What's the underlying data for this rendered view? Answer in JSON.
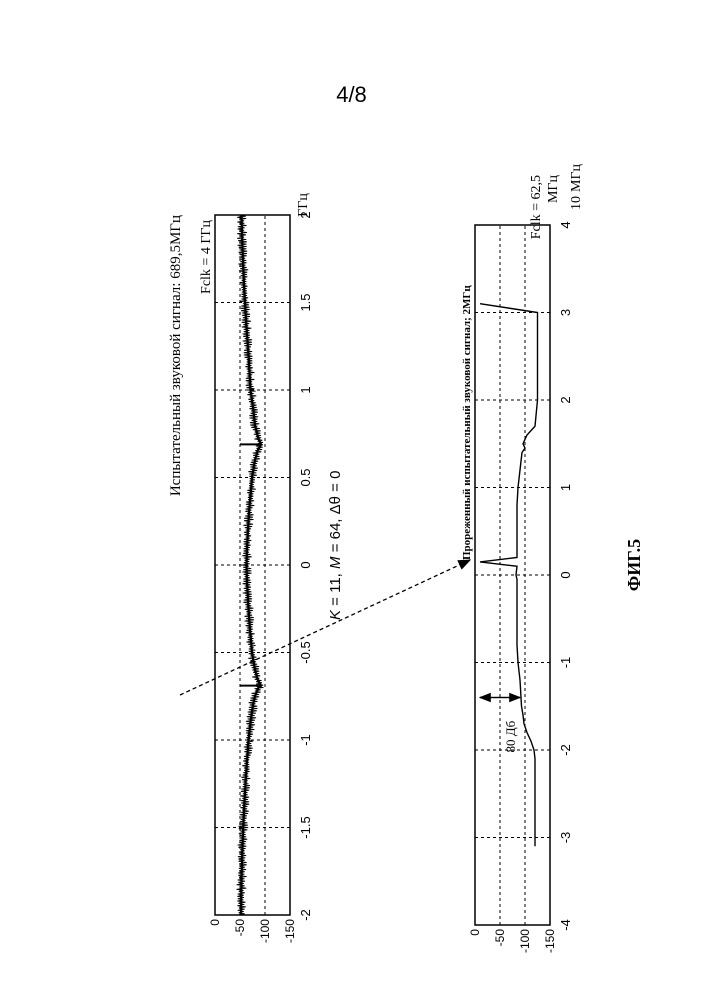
{
  "page": {
    "number": "4/8"
  },
  "figure": {
    "caption": "ФИГ.5"
  },
  "arrow_label": {
    "K": "K",
    "K_val": " = 11, ",
    "M": "M",
    "M_val": " = 64, Δθ = 0"
  },
  "chart_data": [
    {
      "type": "line",
      "title": "Испытательный звуковой сигнал: 689,5МГц",
      "xlabel": "ГГц",
      "ylabel": "",
      "annotation": "Fclk = 4 ГГц",
      "xlim": [
        -2,
        2
      ],
      "ylim": [
        -150,
        0
      ],
      "xticks": [
        "-2",
        "-1.5",
        "-1",
        "-0.5",
        "0",
        "0.5",
        "1",
        "1.5",
        "2"
      ],
      "yticks": [
        "0",
        "-50",
        "-100",
        "-150"
      ],
      "grid": "dashed",
      "series": [
        {
          "x": [
            -2.0,
            -1.8,
            -1.6,
            -1.4,
            -1.2,
            -1.0,
            -0.9,
            -0.8,
            -0.75,
            -0.72,
            -0.7,
            -0.689,
            -0.66,
            -0.6,
            -0.5,
            -0.3,
            -0.1,
            0.0,
            0.1,
            0.3,
            0.5,
            0.6,
            0.66,
            0.689,
            0.72,
            0.75,
            0.8,
            0.9,
            1.0,
            1.2,
            1.4,
            1.6,
            1.8,
            2.0
          ],
          "y": [
            -52,
            -53,
            -55,
            -58,
            -62,
            -67,
            -71,
            -76,
            -80,
            -84,
            -87,
            -92,
            -86,
            -80,
            -74,
            -68,
            -64,
            -63,
            -64,
            -68,
            -74,
            -80,
            -86,
            -92,
            -87,
            -84,
            -80,
            -76,
            -71,
            -67,
            -62,
            -58,
            -55,
            -53
          ]
        }
      ],
      "markers": [
        {
          "x": -0.689,
          "y_from": -50,
          "y_to": -92
        },
        {
          "x": 0.689,
          "y_from": -50,
          "y_to": -92
        }
      ]
    },
    {
      "type": "line",
      "title": "Прореженный испытательный звуковой сигнал; 2МГц",
      "xlabel": "МГц",
      "xlabel_scale": "10",
      "ylabel": "",
      "annotation": "Fclk = 62,5",
      "annotation_unit": "МГц",
      "dim_label": "80 Дб",
      "xlim": [
        -4,
        4
      ],
      "ylim": [
        -150,
        0
      ],
      "xticks": [
        "-4",
        "-3",
        "-2",
        "-1",
        "0",
        "1",
        "2",
        "3",
        "4"
      ],
      "yticks": [
        "0",
        "-50",
        "-100",
        "-150"
      ],
      "grid": "dashed",
      "series": [
        {
          "x": [
            -3.1,
            -3.0,
            -2.5,
            -2.1,
            -2.0,
            -1.9,
            -1.8,
            -1.7,
            -1.6,
            -1.5,
            -1.4,
            -1.2,
            -1.0,
            -0.8,
            -0.6,
            -0.4,
            -0.2,
            -0.05,
            0.0,
            0.1,
            0.15,
            0.2,
            0.4,
            0.6,
            0.8,
            1.0,
            1.2,
            1.4,
            1.45,
            1.5,
            1.6,
            1.7,
            2.0,
            2.5,
            3.0,
            3.1
          ],
          "y": [
            -120,
            -120,
            -120,
            -120,
            -118,
            -112,
            -104,
            -98,
            -96,
            -93,
            -92,
            -90,
            -86,
            -84,
            -84,
            -84,
            -84,
            -84,
            -82,
            -84,
            -10,
            -84,
            -84,
            -84,
            -84,
            -86,
            -90,
            -94,
            -100,
            -96,
            -104,
            -120,
            -125,
            -125,
            -125,
            -10
          ]
        }
      ],
      "dim_from": -10,
      "dim_to": -90
    }
  ]
}
